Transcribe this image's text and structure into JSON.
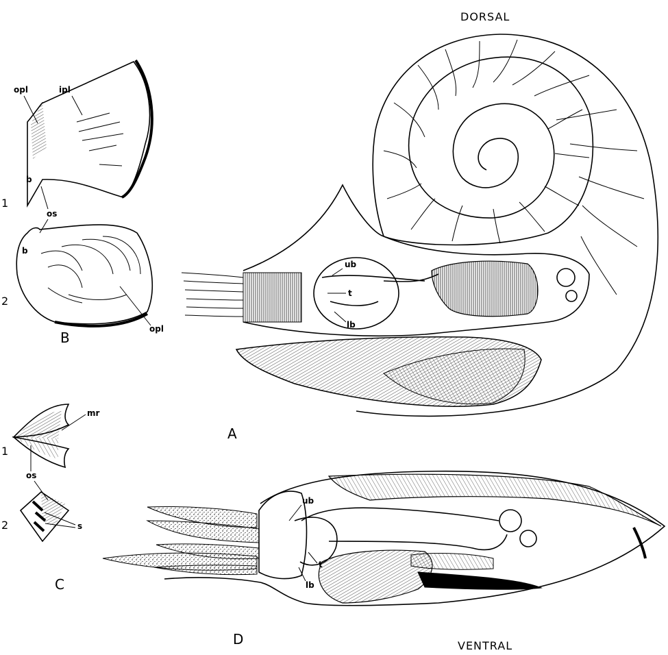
{
  "orientation": {
    "top": "DORSAL",
    "bottom": "VENTRAL"
  },
  "panel_letters": {
    "a": "A",
    "b": "B",
    "c": "C",
    "d": "D"
  },
  "panel_b": {
    "num1": "1",
    "num2": "2",
    "opl_1": "opl",
    "ipl": "ipl",
    "b_1": "b",
    "os": "os",
    "b_2": "b",
    "opl_2": "opl"
  },
  "panel_c": {
    "num1": "1",
    "num2": "2",
    "mr": "mr",
    "os": "os",
    "s": "s"
  },
  "panel_a": {
    "ub": "ub",
    "t": "t",
    "lb": "lb"
  },
  "panel_d": {
    "ub": "ub",
    "t": "t",
    "lb": "lb"
  }
}
